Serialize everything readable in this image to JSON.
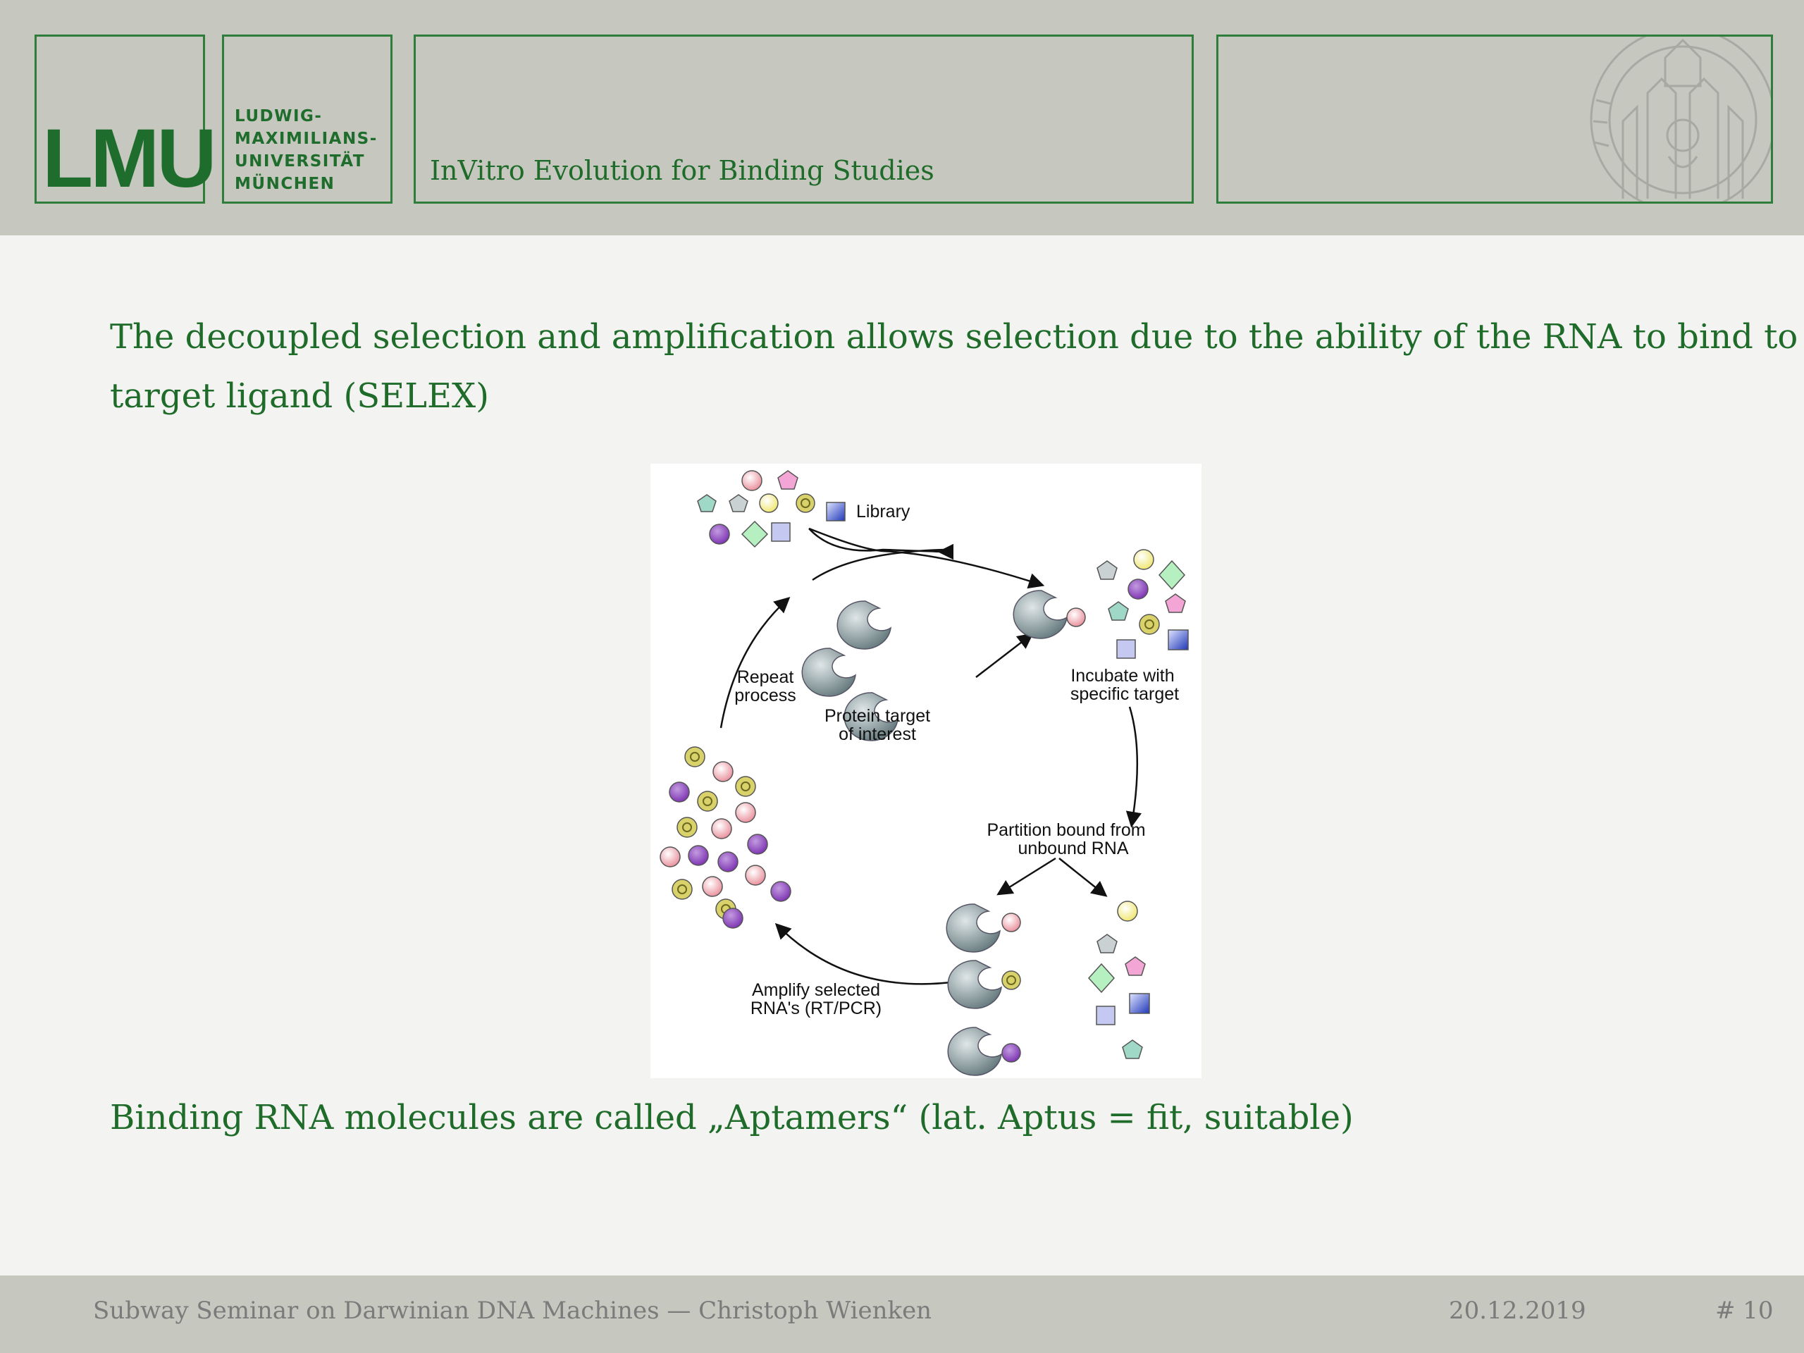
{
  "header": {
    "logo_letters": "LMU",
    "university_lines": [
      "LUDWIG-",
      "MAXIMILIANS-",
      "UNIVERSITÄT",
      "MÜNCHEN"
    ],
    "slide_title": "InVitro Evolution for Binding Studies",
    "seal_icon": "university-seal-icon"
  },
  "content": {
    "bullet1_line1": "The decoupled selection and amplification allows selection due to        the ability of the RNA to bind to a",
    "bullet1_line2": "target ligand (SELEX)",
    "bullet2": "Binding RNA molecules are called „Aptamers“ (lat. Aptus = fit, suitable)"
  },
  "figure": {
    "labels": {
      "library": "Library",
      "incubate_line1": "Incubate with",
      "incubate_line2": "specific target",
      "repeat_line1": "Repeat",
      "repeat_line2": "process",
      "protein_line1": "Protein target",
      "protein_line2": "of interest",
      "partition_line1": "Partition bound from",
      "partition_line2": "unbound RNA",
      "amplify_line1": "Amplify selected",
      "amplify_line2": "RNA's (RT/PCR)"
    },
    "colors": {
      "pink": "#f2a9b0",
      "yellow": "#f7f19a",
      "purple": "#8e3fc0",
      "teal": "#9fd8c6",
      "green": "#b6f0c0",
      "lavender": "#c5c9f2",
      "gray": "#c9d1d3",
      "blue": "#2b46c9",
      "protein": "#7d8f93"
    }
  },
  "footer": {
    "seminar": "Subway Seminar on Darwinian DNA Machines — Christoph Wienken",
    "date": "20.12.2019",
    "page": "# 10"
  }
}
